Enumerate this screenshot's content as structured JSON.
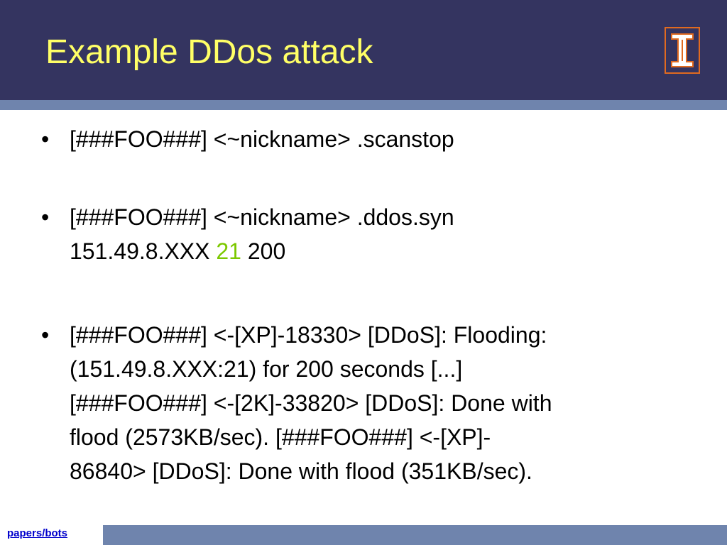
{
  "slide": {
    "title": "Example DDos attack",
    "bullets": [
      {
        "lines": [
          "[###FOO###] <~nickname> .scanstop"
        ]
      },
      {
        "line1": "[###FOO###] <~nickname> .ddos.syn",
        "line2_prefix": "151.49.8.XXX ",
        "line2_highlight": "21",
        "line2_suffix": " 200"
      },
      {
        "lines": [
          "[###FOO###] <-[XP]-18330> [DDoS]: Flooding:",
          "(151.49.8.XXX:21) for 200 seconds [...]",
          "[###FOO###] <-[2K]-33820> [DDoS]: Done with",
          "flood (2573KB/sec). [###FOO###] <-[XP]-",
          "86840> [DDoS]: Done with flood (351KB/sec)."
        ]
      }
    ],
    "bullet_symbol": "•"
  },
  "footer": {
    "link_text": "papers/bots"
  },
  "colors": {
    "header_bg": "#343460",
    "stripe": "#6f84ad",
    "title": "#ffff66",
    "highlight": "#7cc800",
    "logo_orange": "#e06a20",
    "link": "#0000cc"
  },
  "icons": {
    "logo": "block-i-logo-icon"
  }
}
